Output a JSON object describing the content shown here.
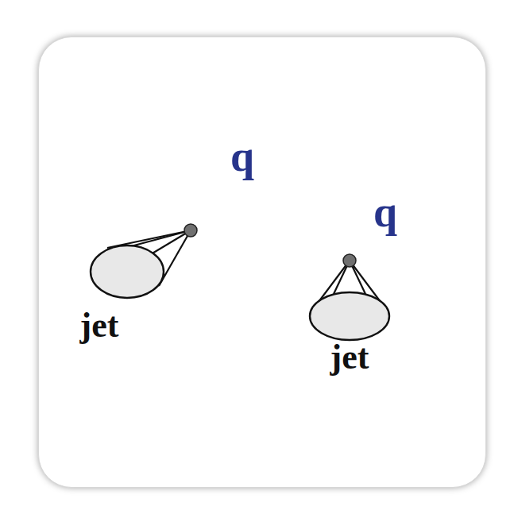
{
  "diagram": {
    "nodes": [
      {
        "text": [
          "jet"
        ]
      },
      {
        "text": [
          "jet"
        ]
      }
    ],
    "edges": [
      {
        "from": 0,
        "to": 1,
        "arrow": "none"
      }
    ],
    "labels": [
      "q",
      "q"
    ]
  }
}
